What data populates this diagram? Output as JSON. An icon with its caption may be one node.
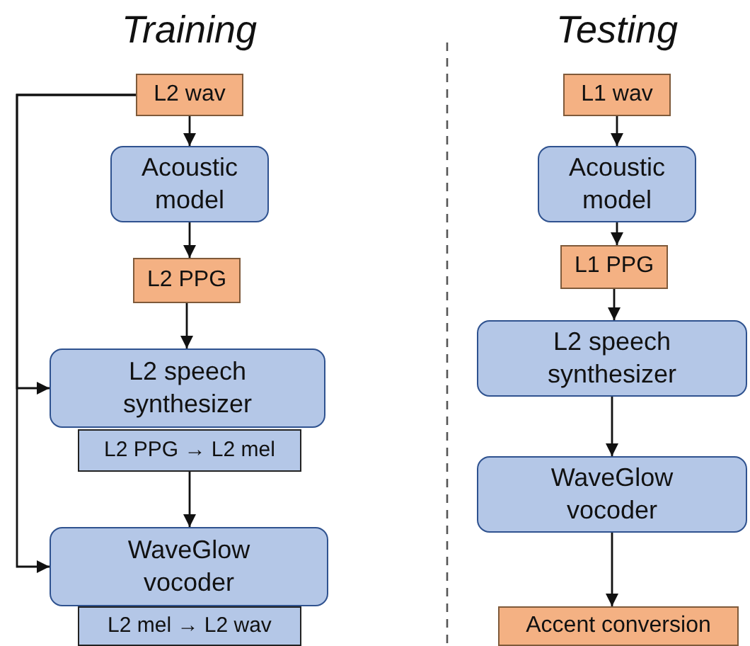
{
  "diagram": {
    "nodes": [
      {
        "text": [
          "L2 wav"
        ]
      },
      {
        "text": [
          "Acoustic model"
        ]
      },
      {
        "text": [
          "L2 PPG"
        ]
      },
      {
        "text": [
          "L2 speech synthesizer"
        ]
      },
      {
        "text": [
          "L2 PPG → L2 mel"
        ]
      },
      {
        "text": [
          "WaveGlow vocoder"
        ]
      },
      {
        "text": [
          "L2 mel → L2 wav"
        ]
      },
      {
        "text": [
          "L1 wav"
        ]
      },
      {
        "text": [
          "Acoustic model"
        ]
      },
      {
        "text": [
          "L1 PPG"
        ]
      },
      {
        "text": [
          "L2 speech synthesizer"
        ]
      },
      {
        "text": [
          "WaveGlow vocoder"
        ]
      },
      {
        "text": [
          "Accent conversion"
        ]
      }
    ],
    "edges": [
      {
        "from": 0,
        "to": 1,
        "arrow": "to"
      },
      {
        "from": 1,
        "to": 2,
        "arrow": "to"
      },
      {
        "from": 2,
        "to": 3,
        "arrow": "to"
      },
      {
        "from": 0,
        "to": 3,
        "arrow": "to"
      },
      {
        "from": 0,
        "to": 5,
        "arrow": "to"
      },
      {
        "from": 4,
        "to": 5,
        "arrow": "to"
      },
      {
        "from": 7,
        "to": 8,
        "arrow": "to"
      },
      {
        "from": 8,
        "to": 9,
        "arrow": "to"
      },
      {
        "from": 9,
        "to": 10,
        "arrow": "to"
      },
      {
        "from": 10,
        "to": 11,
        "arrow": "to"
      },
      {
        "from": 11,
        "to": 12,
        "arrow": "to"
      }
    ],
    "labels": [
      "Training",
      "Testing"
    ]
  }
}
